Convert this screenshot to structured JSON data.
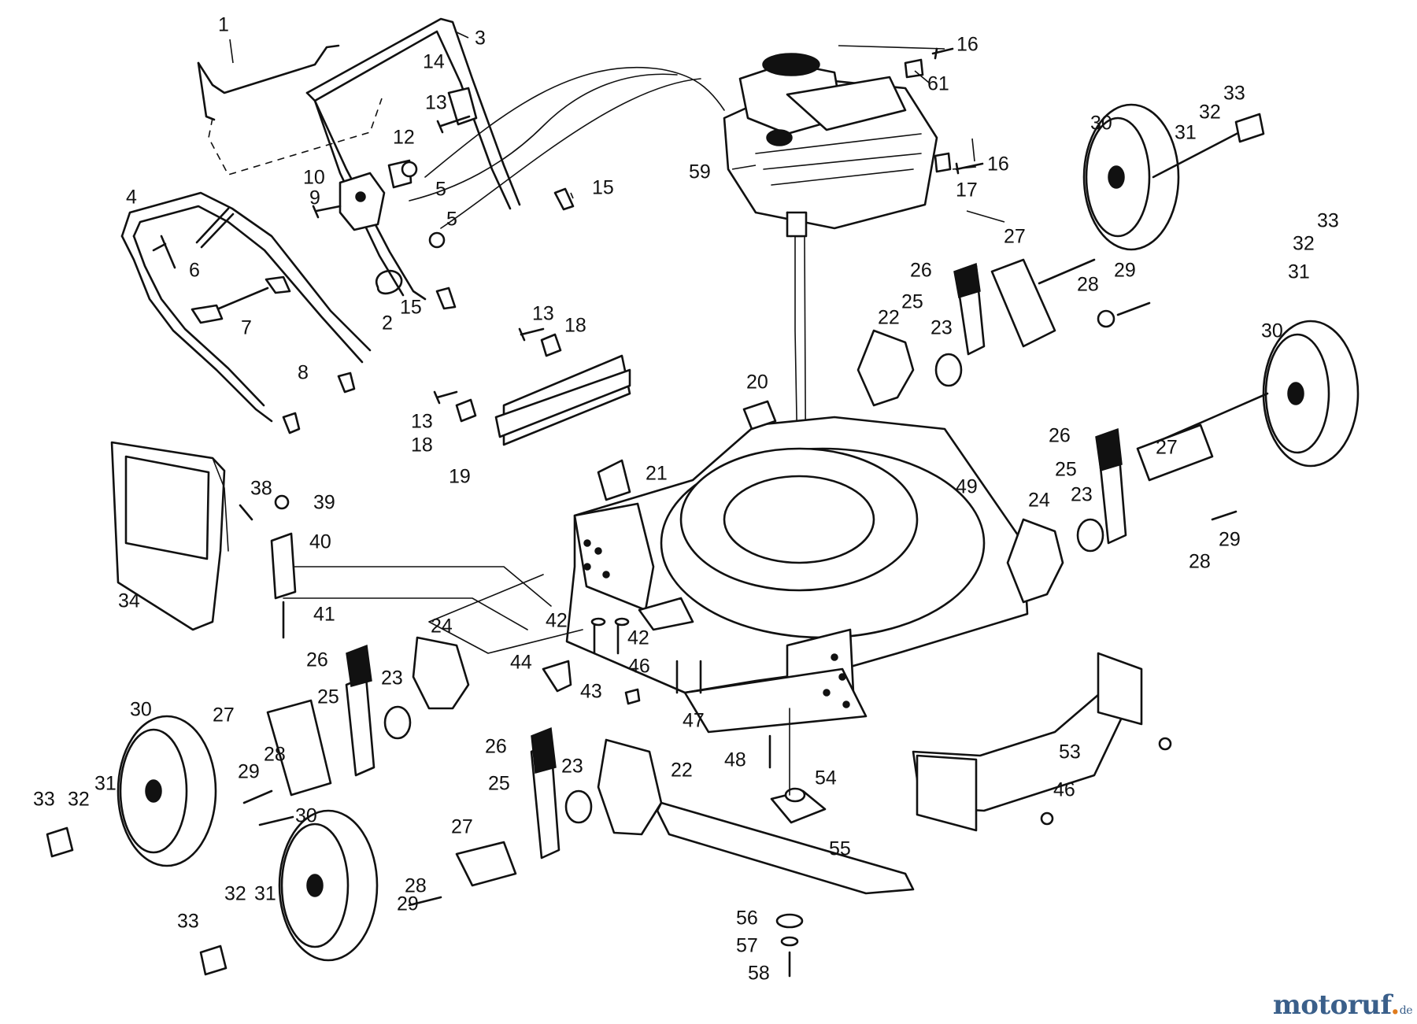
{
  "watermark": {
    "main": "motoruf",
    "dot": ".",
    "tld": "de",
    "colors": {
      "main": "#3a5f8a",
      "accent": "#e07b1c"
    }
  },
  "callouts": [
    {
      "id": "c1",
      "text": "1"
    },
    {
      "id": "c2",
      "text": "2"
    },
    {
      "id": "c3",
      "text": "3"
    },
    {
      "id": "c4",
      "text": "4"
    },
    {
      "id": "c5a",
      "text": "5"
    },
    {
      "id": "c5b",
      "text": "5"
    },
    {
      "id": "c6",
      "text": "6"
    },
    {
      "id": "c7",
      "text": "7"
    },
    {
      "id": "c8",
      "text": "8"
    },
    {
      "id": "c9",
      "text": "9"
    },
    {
      "id": "c10",
      "text": "10"
    },
    {
      "id": "c12",
      "text": "12"
    },
    {
      "id": "c13a",
      "text": "13"
    },
    {
      "id": "c13b",
      "text": "13"
    },
    {
      "id": "c13c",
      "text": "13"
    },
    {
      "id": "c14",
      "text": "14"
    },
    {
      "id": "c15a",
      "text": "15"
    },
    {
      "id": "c15b",
      "text": "15"
    },
    {
      "id": "c16a",
      "text": "16"
    },
    {
      "id": "c16b",
      "text": "16"
    },
    {
      "id": "c17",
      "text": "17"
    },
    {
      "id": "c18a",
      "text": "18"
    },
    {
      "id": "c18b",
      "text": "18"
    },
    {
      "id": "c19",
      "text": "19"
    },
    {
      "id": "c20",
      "text": "20"
    },
    {
      "id": "c21",
      "text": "21"
    },
    {
      "id": "c22a",
      "text": "22"
    },
    {
      "id": "c22b",
      "text": "22"
    },
    {
      "id": "c23a",
      "text": "23"
    },
    {
      "id": "c23b",
      "text": "23"
    },
    {
      "id": "c23c",
      "text": "23"
    },
    {
      "id": "c23d",
      "text": "23"
    },
    {
      "id": "c24a",
      "text": "24"
    },
    {
      "id": "c24b",
      "text": "24"
    },
    {
      "id": "c25a",
      "text": "25"
    },
    {
      "id": "c25b",
      "text": "25"
    },
    {
      "id": "c25c",
      "text": "25"
    },
    {
      "id": "c25d",
      "text": "25"
    },
    {
      "id": "c26a",
      "text": "26"
    },
    {
      "id": "c26b",
      "text": "26"
    },
    {
      "id": "c26c",
      "text": "26"
    },
    {
      "id": "c26d",
      "text": "26"
    },
    {
      "id": "c27a",
      "text": "27"
    },
    {
      "id": "c27b",
      "text": "27"
    },
    {
      "id": "c27c",
      "text": "27"
    },
    {
      "id": "c27d",
      "text": "27"
    },
    {
      "id": "c28a",
      "text": "28"
    },
    {
      "id": "c28b",
      "text": "28"
    },
    {
      "id": "c28c",
      "text": "28"
    },
    {
      "id": "c28d",
      "text": "28"
    },
    {
      "id": "c29a",
      "text": "29"
    },
    {
      "id": "c29b",
      "text": "29"
    },
    {
      "id": "c29c",
      "text": "29"
    },
    {
      "id": "c29d",
      "text": "29"
    },
    {
      "id": "c30a",
      "text": "30"
    },
    {
      "id": "c30b",
      "text": "30"
    },
    {
      "id": "c30c",
      "text": "30"
    },
    {
      "id": "c30d",
      "text": "30"
    },
    {
      "id": "c31a",
      "text": "31"
    },
    {
      "id": "c31b",
      "text": "31"
    },
    {
      "id": "c31c",
      "text": "31"
    },
    {
      "id": "c31d",
      "text": "31"
    },
    {
      "id": "c32a",
      "text": "32"
    },
    {
      "id": "c32b",
      "text": "32"
    },
    {
      "id": "c32c",
      "text": "32"
    },
    {
      "id": "c32d",
      "text": "32"
    },
    {
      "id": "c33a",
      "text": "33"
    },
    {
      "id": "c33b",
      "text": "33"
    },
    {
      "id": "c33c",
      "text": "33"
    },
    {
      "id": "c33d",
      "text": "33"
    },
    {
      "id": "c34",
      "text": "34"
    },
    {
      "id": "c38",
      "text": "38"
    },
    {
      "id": "c39",
      "text": "39"
    },
    {
      "id": "c40",
      "text": "40"
    },
    {
      "id": "c41",
      "text": "41"
    },
    {
      "id": "c42a",
      "text": "42"
    },
    {
      "id": "c42b",
      "text": "42"
    },
    {
      "id": "c43",
      "text": "43"
    },
    {
      "id": "c44",
      "text": "44"
    },
    {
      "id": "c46a",
      "text": "46"
    },
    {
      "id": "c46b",
      "text": "46"
    },
    {
      "id": "c47",
      "text": "47"
    },
    {
      "id": "c48",
      "text": "48"
    },
    {
      "id": "c49",
      "text": "49"
    },
    {
      "id": "c53",
      "text": "53"
    },
    {
      "id": "c54",
      "text": "54"
    },
    {
      "id": "c55",
      "text": "55"
    },
    {
      "id": "c56",
      "text": "56"
    },
    {
      "id": "c57",
      "text": "57"
    },
    {
      "id": "c58",
      "text": "58"
    },
    {
      "id": "c59",
      "text": "59"
    },
    {
      "id": "c61",
      "text": "61"
    }
  ]
}
